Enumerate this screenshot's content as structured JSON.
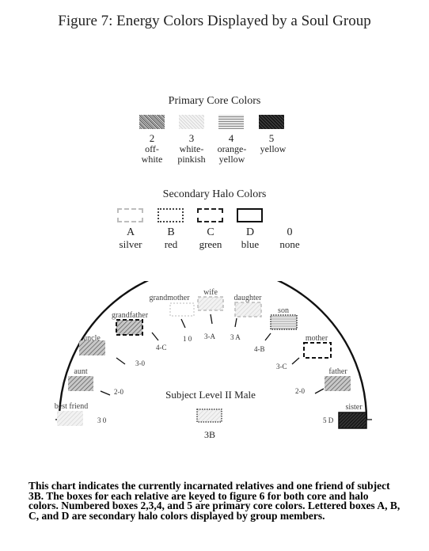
{
  "figure": {
    "title": "Figure 7: Energy Colors Displayed by a Soul Group",
    "caption": "This chart indicates the currently incarnated relatives and one friend of subject 3B. The boxes for each relative are keyed to figure 6 for both core and halo colors. Numbered boxes 2,3,4, and 5 are primary core colors. Lettered boxes A, B, C, and D are secondary halo colors displayed by group members."
  },
  "primary_core": {
    "title": "Primary Core Colors",
    "items": [
      {
        "code": "2",
        "line1": "off-",
        "line2": "white",
        "shade": "medium"
      },
      {
        "code": "3",
        "line1": "white-",
        "line2": "pinkish",
        "shade": "light"
      },
      {
        "code": "4",
        "line1": "orange-",
        "line2": "yellow",
        "shade": "lines"
      },
      {
        "code": "5",
        "line1": "yellow",
        "line2": "",
        "shade": "dark"
      }
    ]
  },
  "secondary_halo": {
    "title": "Secondary Halo Colors",
    "items": [
      {
        "code": "A",
        "name": "silver",
        "border": "dashed-light"
      },
      {
        "code": "B",
        "name": "red",
        "border": "dotted"
      },
      {
        "code": "C",
        "name": "green",
        "border": "dashed"
      },
      {
        "code": "D",
        "name": "blue",
        "border": "solid"
      },
      {
        "code": "0",
        "name": "none",
        "border": "none"
      }
    ]
  },
  "arc_diagram": {
    "center_label": "Subject Level II Male",
    "subject_code": "3B",
    "members": [
      {
        "name": "best friend",
        "code": "3 0"
      },
      {
        "name": "aunt",
        "code": "2-0"
      },
      {
        "name": "uncle",
        "code": "3-0"
      },
      {
        "name": "grandfather",
        "code": "4-C"
      },
      {
        "name": "grandmother",
        "code": "1 0"
      },
      {
        "name": "wife",
        "code": "3-A"
      },
      {
        "name": "daughter",
        "code": "3 A"
      },
      {
        "name": "son",
        "code": "4-B"
      },
      {
        "name": "mother",
        "code": "3-C"
      },
      {
        "name": "father",
        "code": "2-0"
      },
      {
        "name": "sister",
        "code": "5 D"
      }
    ]
  }
}
